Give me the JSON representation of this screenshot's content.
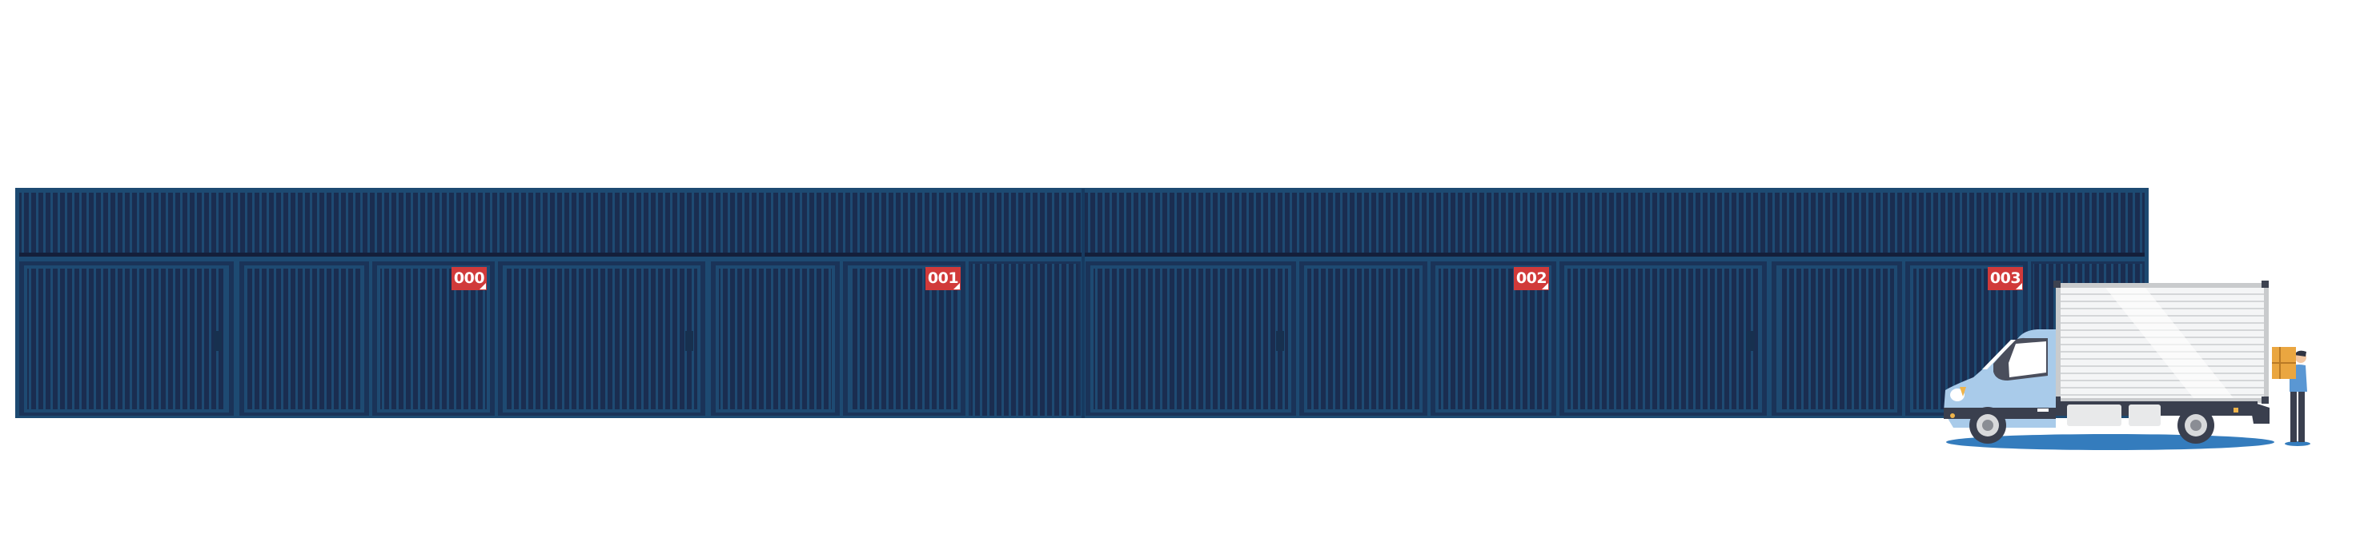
{
  "scene": {
    "units": [
      {
        "label": "000"
      },
      {
        "label": "001"
      },
      {
        "label": "002"
      },
      {
        "label": "003"
      }
    ],
    "colors": {
      "building": "#1d4a72",
      "stripe_dark": "#172a4c",
      "unit_label": "#d13a3a",
      "truck_cab": "#a9cbea",
      "shadow": "#347cbd"
    }
  }
}
